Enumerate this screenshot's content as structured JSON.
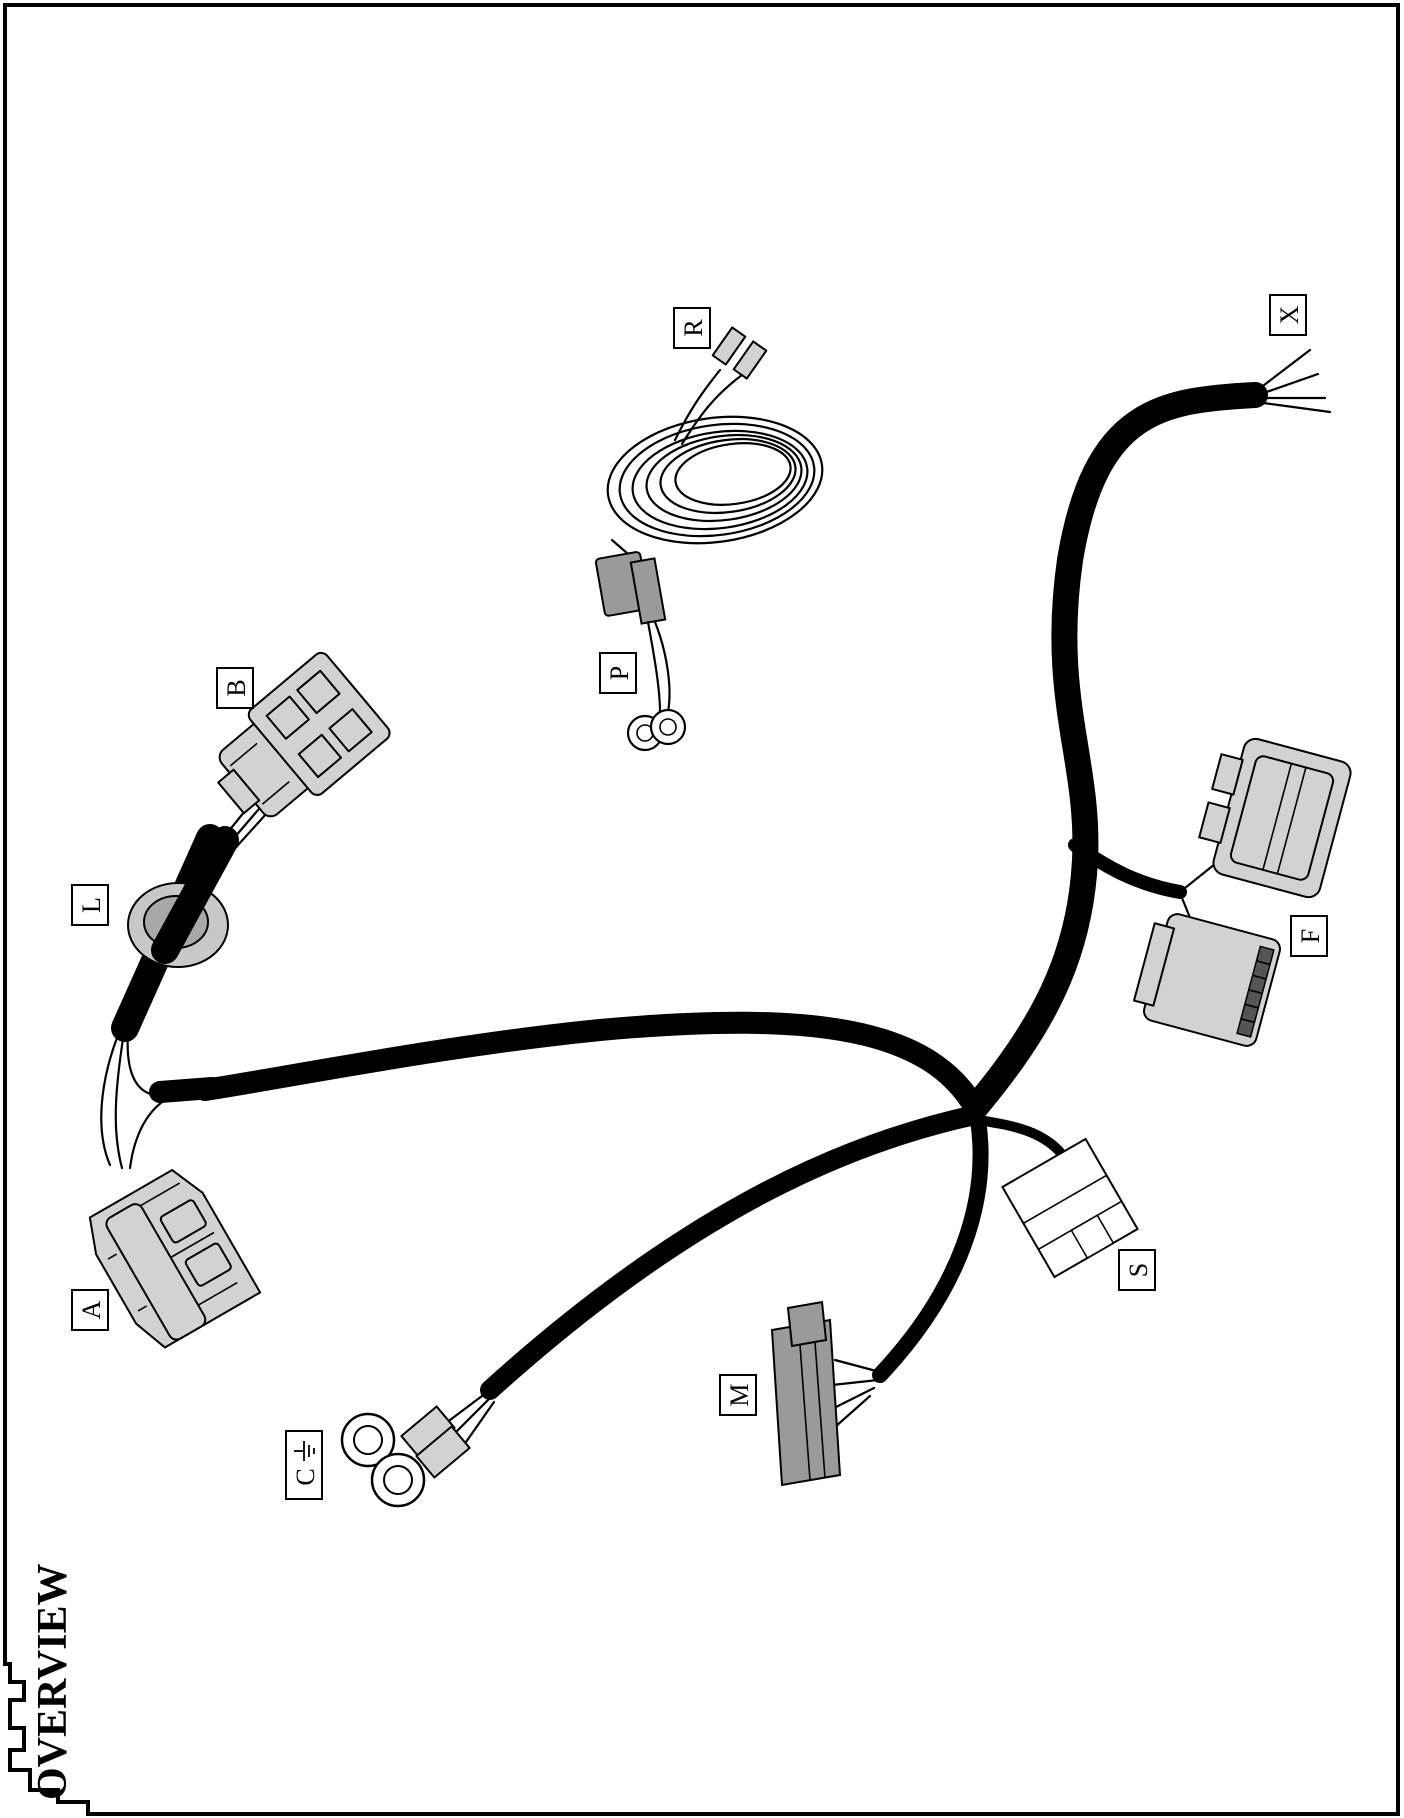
{
  "title": "OVERVIEW",
  "labels": {
    "A": "A",
    "B": "B",
    "C": "C",
    "F": "F",
    "L": "L",
    "M": "M",
    "P": "P",
    "R": "R",
    "S": "S",
    "X": "X"
  },
  "ground_symbol": "ground-symbol-icon",
  "colors": {
    "cable": "#000000",
    "connector_fill": "#d2d2d2",
    "connector_dark": "#9a9a9a",
    "background": "#ffffff"
  }
}
